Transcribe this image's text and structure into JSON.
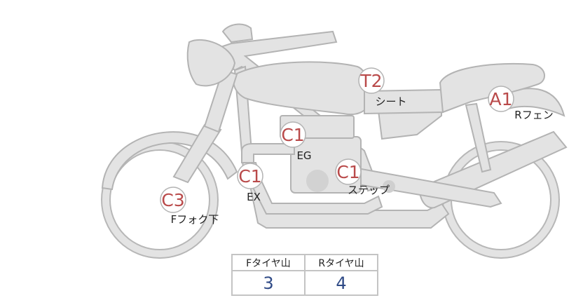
{
  "colors": {
    "body_fill": "#e3e3e3",
    "outline": "#b3b3b3",
    "marker_code": "#b94a4a",
    "tread_value": "#2f4a86"
  },
  "markers": [
    {
      "code": "T2",
      "label": "シート"
    },
    {
      "code": "A1",
      "label": "Rフェン"
    },
    {
      "code": "C1",
      "label": "EG"
    },
    {
      "code": "C1",
      "label": "EX"
    },
    {
      "code": "C1",
      "label": "ステップ"
    },
    {
      "code": "C3",
      "label": "Fフォク下"
    }
  ],
  "tread_table": {
    "headers": [
      "Fタイヤ山",
      "Rタイヤ山"
    ],
    "values": [
      "3",
      "4"
    ]
  }
}
